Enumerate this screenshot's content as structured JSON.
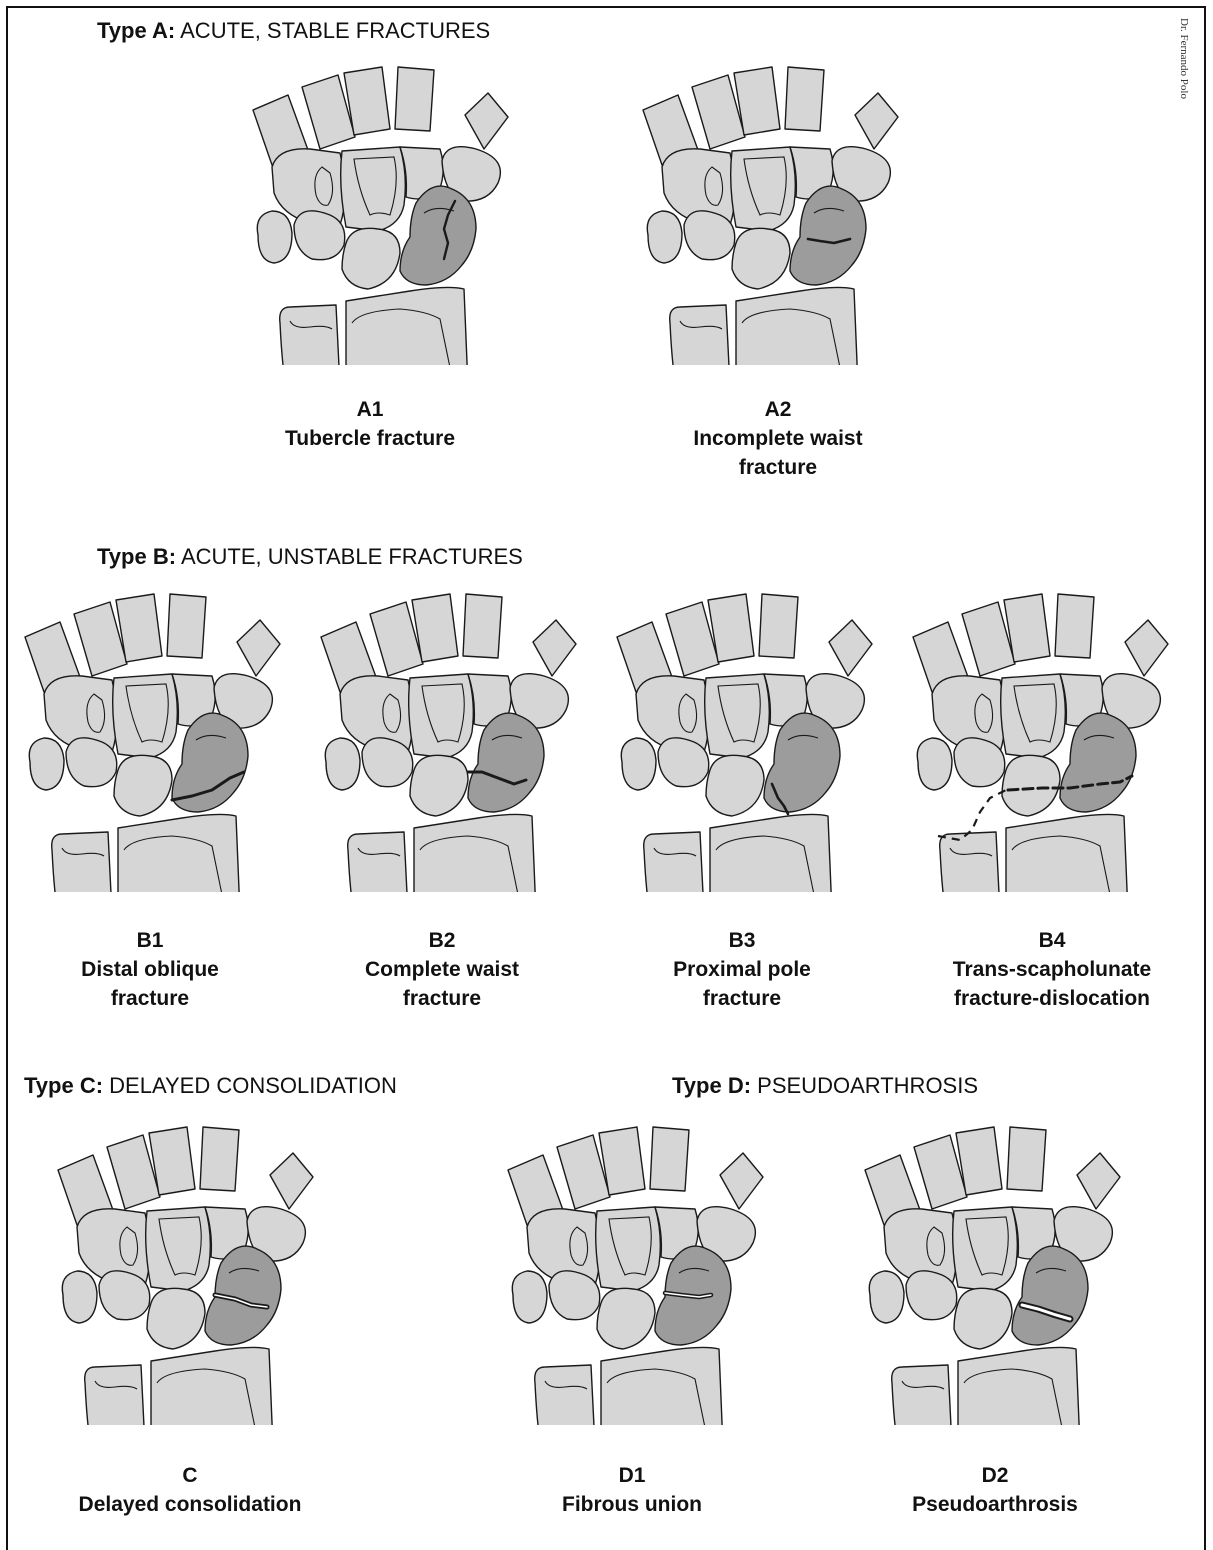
{
  "credit": "Dr. Fernando Polo",
  "sections": {
    "a": {
      "label": "Type A:",
      "text": " ACUTE, STABLE FRACTURES"
    },
    "b": {
      "label": "Type B:",
      "text": " ACUTE, UNSTABLE FRACTURES"
    },
    "c": {
      "label": "Type C:",
      "text": " DELAYED CONSOLIDATION"
    },
    "d": {
      "label": "Type D:",
      "text": " PSEUDOARTHROSIS"
    }
  },
  "panels": [
    {
      "code": "A1",
      "line1": "Tubercle fracture",
      "line2": "",
      "fracture": "tubercle"
    },
    {
      "code": "A2",
      "line1": "Incomplete waist",
      "line2": "fracture",
      "fracture": "incomplete-waist"
    },
    {
      "code": "B1",
      "line1": "Distal oblique",
      "line2": "fracture",
      "fracture": "distal-oblique"
    },
    {
      "code": "B2",
      "line1": "Complete waist",
      "line2": "fracture",
      "fracture": "complete-waist"
    },
    {
      "code": "B3",
      "line1": "Proximal pole",
      "line2": "fracture",
      "fracture": "proximal-pole"
    },
    {
      "code": "B4",
      "line1": "Trans-scapholunate",
      "line2": "fracture-dislocation",
      "fracture": "trans-scapholunate"
    },
    {
      "code": "C",
      "line1": "Delayed consolidation",
      "line2": "",
      "fracture": "delayed"
    },
    {
      "code": "D1",
      "line1": "Fibrous union",
      "line2": "",
      "fracture": "fibrous"
    },
    {
      "code": "D2",
      "line1": "Pseudoarthrosis",
      "line2": "",
      "fracture": "pseudo"
    }
  ],
  "colors": {
    "bone": "#d6d6d6",
    "scaphoid": "#9c9c9c",
    "outline": "#1a1a1a",
    "background": "#ffffff"
  }
}
